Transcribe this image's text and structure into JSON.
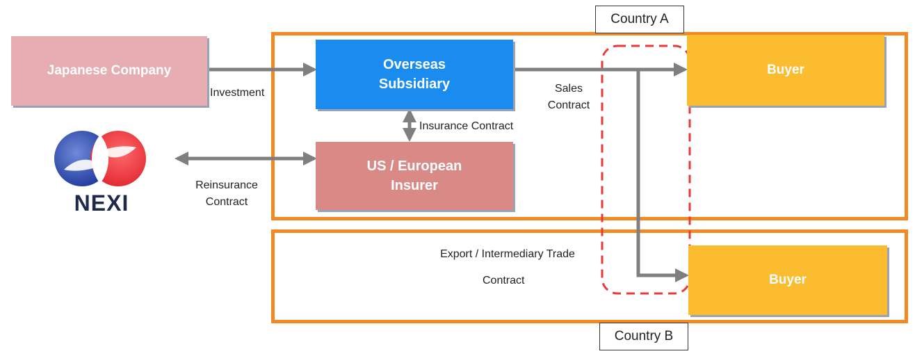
{
  "colors": {
    "frame": "#f28a24",
    "japanese_company": "#e6aeb2",
    "overseas_subsidiary": "#1a8cf0",
    "insurer": "#d98a87",
    "buyer": "#fbbd2f",
    "arrow": "#7f7f7f",
    "dashed_boundary": "#e83a3a",
    "nexi_blue": "#1f3a9c",
    "nexi_red": "#e1262f"
  },
  "countries": {
    "a": "Country A",
    "b": "Country B"
  },
  "nodes": {
    "japanese_company": "Japanese Company",
    "overseas_subsidiary": [
      "Overseas",
      "Subsidiary"
    ],
    "insurer": [
      "US / European",
      "Insurer"
    ],
    "buyer_a": "Buyer",
    "buyer_b": "Buyer"
  },
  "logo": {
    "icon": "nexi-logo-icon",
    "text": "NEXI"
  },
  "edges": {
    "investment": "Investment",
    "insurance_contract": "Insurance Contract",
    "reinsurance": [
      "Reinsurance",
      "Contract"
    ],
    "sales": [
      "Sales",
      "Contract"
    ],
    "export": [
      "Export / Intermediary Trade",
      "Contract"
    ]
  }
}
